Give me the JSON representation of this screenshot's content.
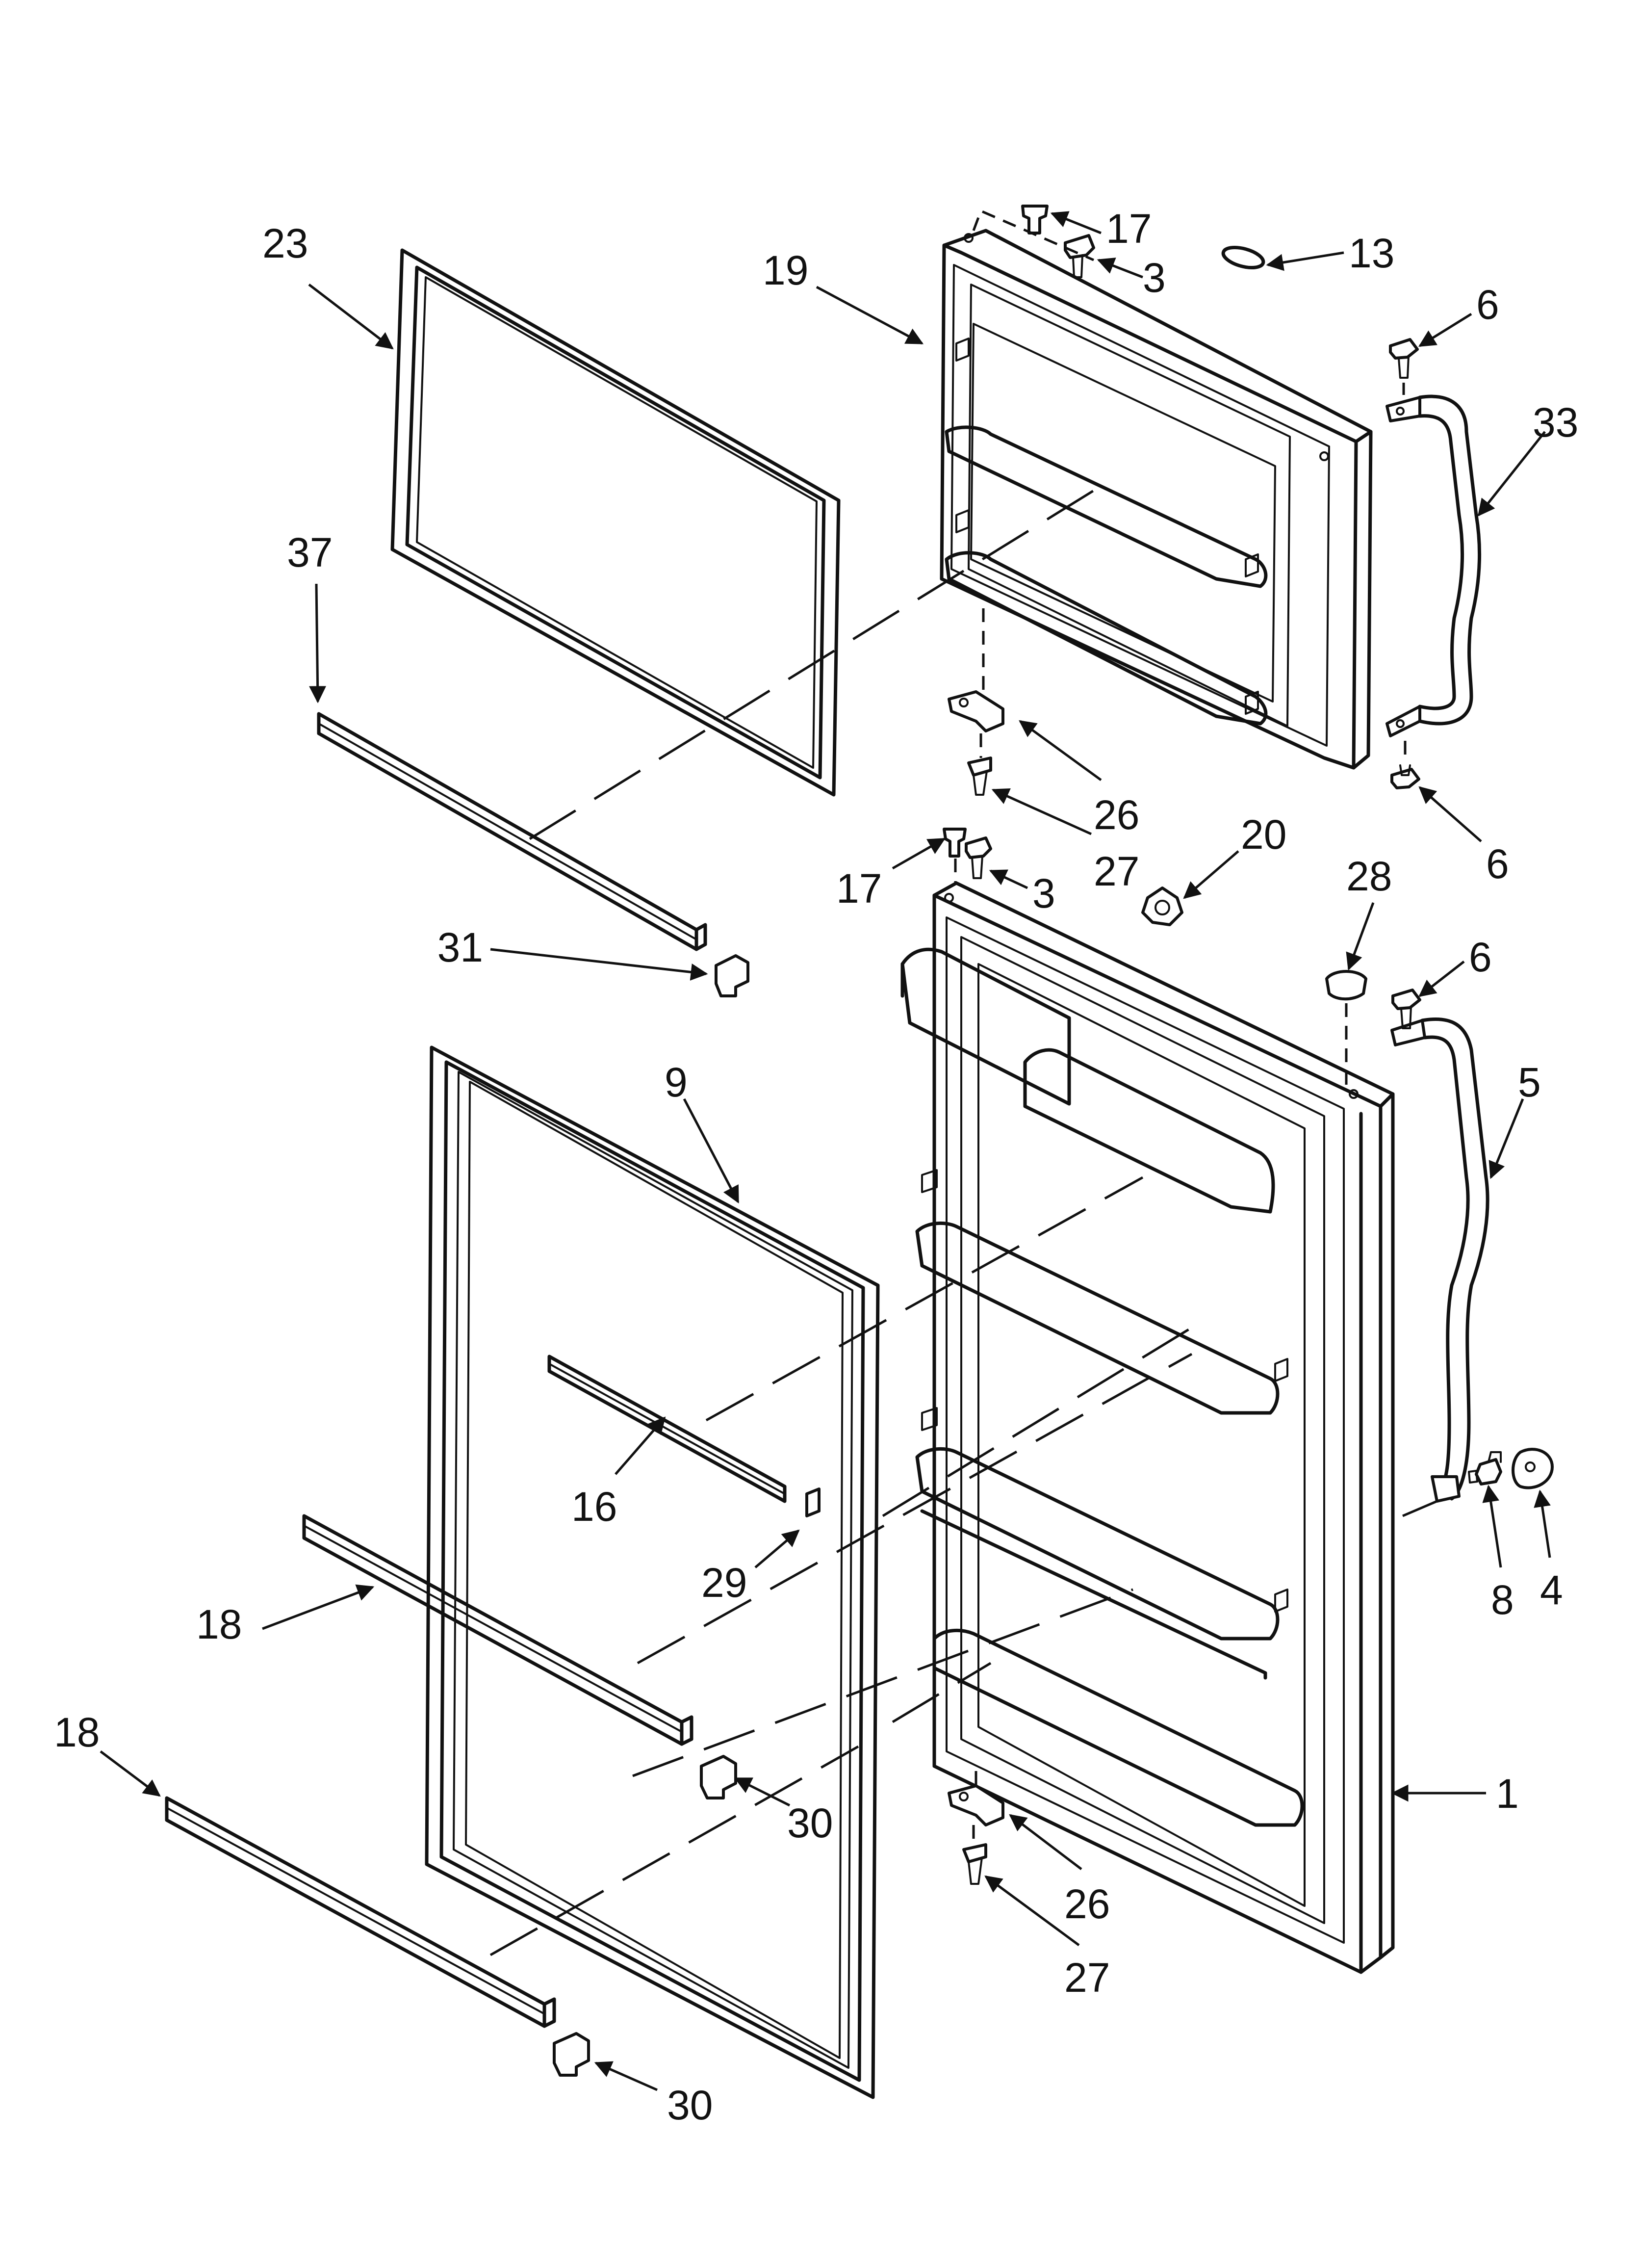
{
  "callouts": [
    {
      "id": "c23",
      "label": "23"
    },
    {
      "id": "c37",
      "label": "37"
    },
    {
      "id": "c31",
      "label": "31"
    },
    {
      "id": "c9",
      "label": "9"
    },
    {
      "id": "c16",
      "label": "16"
    },
    {
      "id": "c29",
      "label": "29"
    },
    {
      "id": "c18a",
      "label": "18"
    },
    {
      "id": "c18b",
      "label": "18"
    },
    {
      "id": "c30a",
      "label": "30"
    },
    {
      "id": "c30b",
      "label": "30"
    },
    {
      "id": "c19",
      "label": "19"
    },
    {
      "id": "c17a",
      "label": "17"
    },
    {
      "id": "c3a",
      "label": "3"
    },
    {
      "id": "c13",
      "label": "13"
    },
    {
      "id": "c6a",
      "label": "6"
    },
    {
      "id": "c33",
      "label": "33"
    },
    {
      "id": "c26a",
      "label": "26"
    },
    {
      "id": "c27a",
      "label": "27"
    },
    {
      "id": "c6b",
      "label": "6"
    },
    {
      "id": "c17b",
      "label": "17"
    },
    {
      "id": "c3b",
      "label": "3"
    },
    {
      "id": "c20",
      "label": "20"
    },
    {
      "id": "c28",
      "label": "28"
    },
    {
      "id": "c6c",
      "label": "6"
    },
    {
      "id": "c5",
      "label": "5"
    },
    {
      "id": "c8",
      "label": "8"
    },
    {
      "id": "c4",
      "label": "4"
    },
    {
      "id": "c1",
      "label": "1"
    },
    {
      "id": "c26b",
      "label": "26"
    },
    {
      "id": "c27b",
      "label": "27"
    }
  ]
}
